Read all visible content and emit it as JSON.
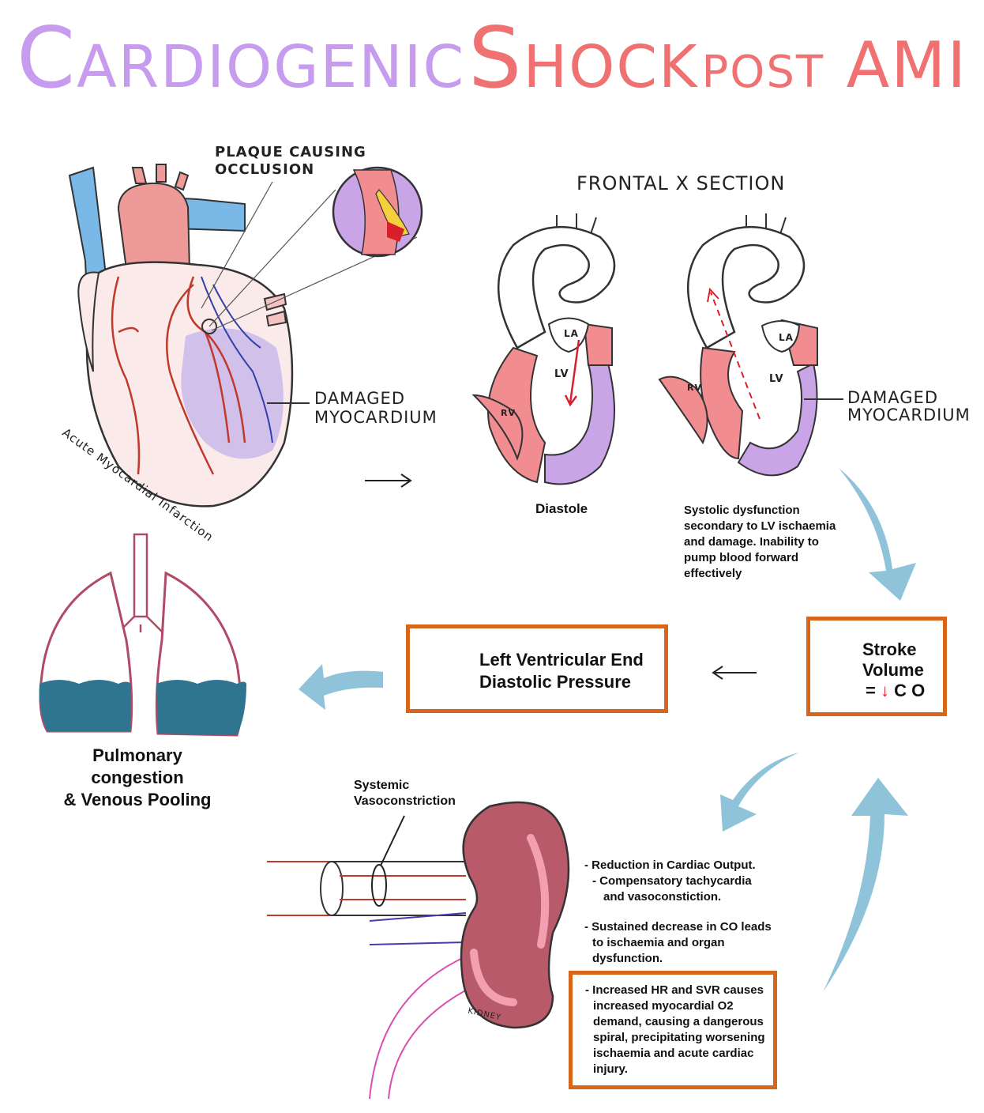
{
  "title": {
    "part1": "Cardiogenic",
    "part2": "Shock",
    "part3": "post AMI"
  },
  "heart": {
    "plaque_label_line1": "PLAQUE CAUSING",
    "plaque_label_line2": "OCCLUSION",
    "damaged_line1": "DAMAGED",
    "damaged_line2": "MYOCARDIUM",
    "ami_label": "Acute Myocardial Infarction"
  },
  "section": {
    "title": "FRONTAL  X SECTION",
    "la": "LA",
    "lv": "LV",
    "rv": "RV",
    "diastole": "Diastole",
    "systolic_lines": [
      "Systolic dysfunction",
      "secondary to LV ischaemia",
      "and damage. Inability to",
      "pump blood forward",
      "effectively"
    ],
    "damaged_line1": "DAMAGED",
    "damaged_line2": "MYOCARDIUM"
  },
  "stroke_box": {
    "line1": "Stroke",
    "line2": "Volume",
    "prefix": "=",
    "down": "↓",
    "co": "C O"
  },
  "lvedp_box": {
    "line1": "Left Ventricular End",
    "line2": "Diastolic Pressure"
  },
  "lungs": {
    "caption_line1": "Pulmonary congestion",
    "caption_line2": "& Venous Pooling"
  },
  "kidney": {
    "vaso_line1": "Systemic",
    "vaso_line2": "Vasoconstriction",
    "label": "KIDNEY"
  },
  "bullets": {
    "b1": [
      "- Reduction in Cardiac Output.",
      "  - Compensatory tachycardia",
      "    and vasoconstiction."
    ],
    "b2": [
      "- Sustained decrease in CO leads",
      "  to ischaemia and organ",
      "  dysfunction."
    ],
    "b3": [
      "- Increased HR and SVR causes",
      "  increased myocardial O2",
      "  demand, causing a dangerous",
      "  spiral, precipitating worsening",
      "  ischaemia and acute cardiac",
      "  injury."
    ]
  },
  "colors": {
    "accent_box": "#d6661c",
    "arrow_blue": "#8fc3d9",
    "pink": "#f18d90",
    "purple": "#c9a5e8",
    "fluid": "#2f7590",
    "kidney": "#b85a6a",
    "up_arrow_red": "#b5121b"
  }
}
